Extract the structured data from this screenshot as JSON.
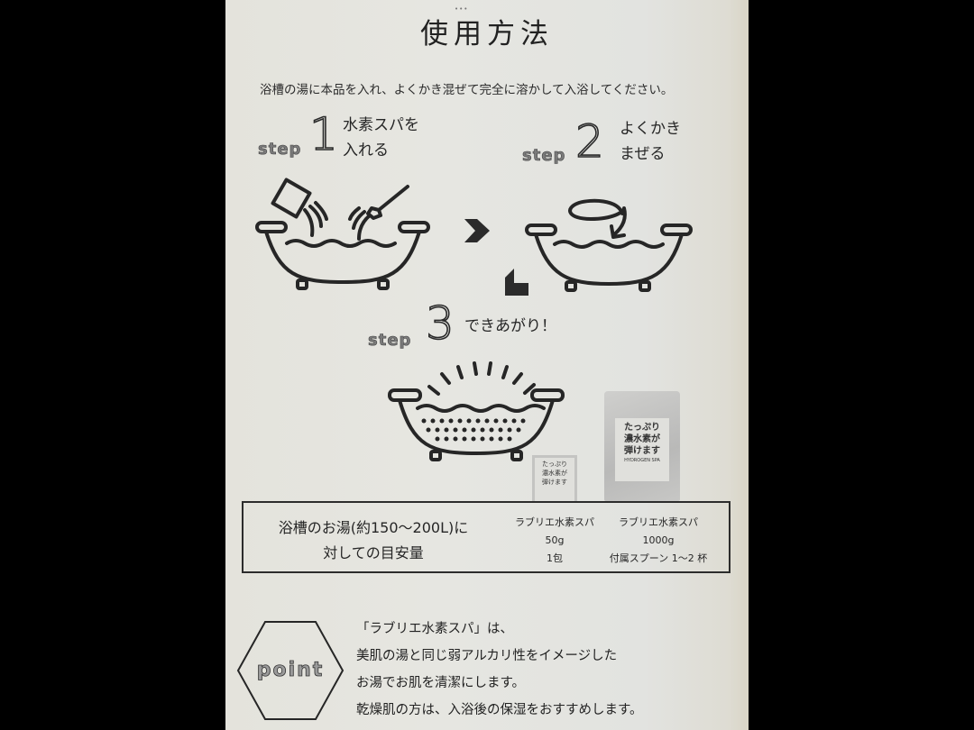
{
  "document": {
    "title": "使用方法",
    "title_dots": "•••",
    "intro": "浴槽の湯に本品を入れ、よくかき混ぜて完全に溶かして入浴してください。"
  },
  "steps": [
    {
      "word": "step",
      "number": "1",
      "desc_line1": "水素スパを",
      "desc_line2": "入れる",
      "illustration": "bathtub-pouring-icon"
    },
    {
      "word": "step",
      "number": "2",
      "desc_line1": "よくかき",
      "desc_line2": "まぜる",
      "illustration": "bathtub-stirring-icon"
    },
    {
      "word": "step",
      "number": "3",
      "desc_line1": "できあがり！",
      "illustration": "bathtub-bubbling-icon"
    }
  ],
  "arrows": [
    "chevron-right-icon",
    "chevron-down-left-icon"
  ],
  "amount_guide": {
    "label_line1": "浴槽のお湯(約150～200L)に",
    "label_line2": "対しての目安量",
    "products": [
      {
        "name": "ラブリエ水素スパ",
        "size": "50g",
        "amount": "1包",
        "package_text": [
          "たっぷり",
          "濃水素が",
          "弾けます"
        ]
      },
      {
        "name": "ラブリエ水素スパ",
        "size": "1000g",
        "amount": "付属スプーン 1～2 杯",
        "package_text": [
          "たっぷり",
          "濃水素が",
          "弾けます"
        ],
        "package_subtext": "HYDROGEN SPA"
      }
    ]
  },
  "point": {
    "badge": "point",
    "lines": [
      "「ラブリエ水素スパ」は、",
      "美肌の湯と同じ弱アルカリ性をイメージした",
      "お湯でお肌を清潔にします。",
      "乾燥肌の方は、入浴後の保湿をおすすめします。"
    ]
  },
  "colors": {
    "paper": "#e5e5e0",
    "ink": "#262626",
    "background": "#000000"
  }
}
